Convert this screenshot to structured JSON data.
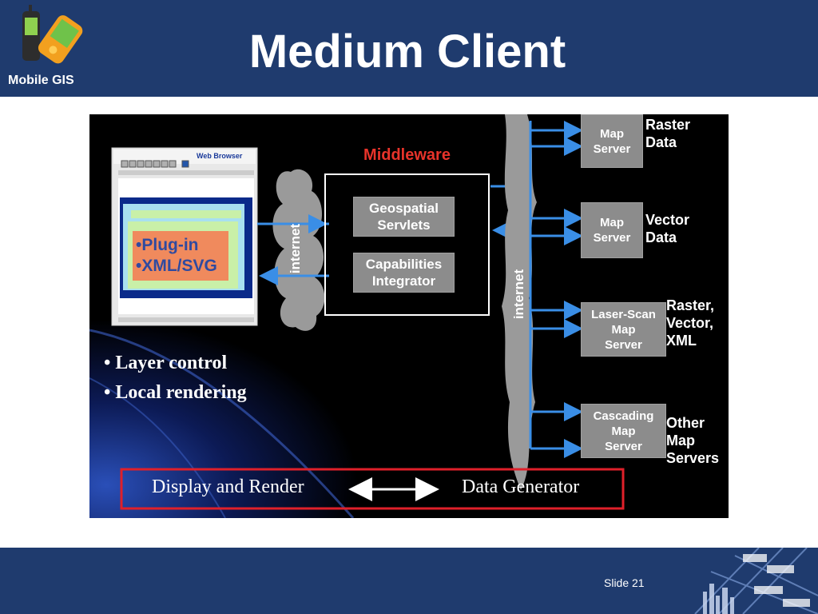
{
  "header": {
    "title": "Medium Client",
    "brand": "Mobile GIS"
  },
  "footer": {
    "slide_label": "Slide 21"
  },
  "diagram": {
    "browser_label": "Web Browser",
    "plugin_line1": "•Plug-in",
    "plugin_line2": "•XML/SVG",
    "internet_left": "internet",
    "internet_right": "internet",
    "middleware_title": "Middleware",
    "middleware_boxes": [
      {
        "line1": "Geospatial",
        "line2": "Servlets"
      },
      {
        "line1": "Capabilities",
        "line2": "Integrator"
      }
    ],
    "servers": [
      {
        "box": [
          "Map",
          "Server"
        ],
        "label": [
          "Raster",
          "Data"
        ]
      },
      {
        "box": [
          "Map",
          "Server"
        ],
        "label": [
          "Vector",
          "Data"
        ]
      },
      {
        "box": [
          "Laser-Scan",
          "Map",
          "Server"
        ],
        "label": [
          "Raster,",
          "Vector,",
          "XML"
        ]
      },
      {
        "box": [
          "Cascading",
          "Map",
          "Server"
        ],
        "label": [
          "Other",
          "Map",
          "Servers"
        ]
      }
    ],
    "bullets": [
      "• Layer control",
      "• Local rendering"
    ],
    "flow_left": "Display and Render",
    "flow_right": "Data Generator"
  },
  "colors": {
    "header_bg": "#1f3b6e",
    "middleware_title": "#e8332a",
    "arrow_blue": "#3a8ee6",
    "plugin_box": "#f08a5d",
    "plugin_text": "#2f4aa0",
    "flow_border": "#e0202a"
  }
}
